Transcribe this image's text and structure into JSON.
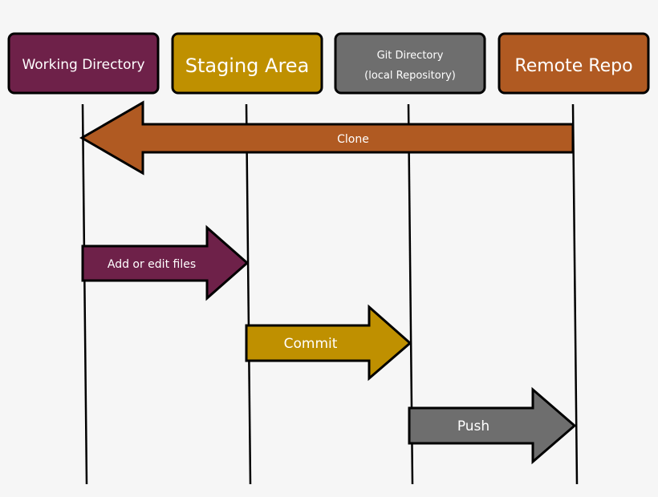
{
  "lanes": [
    {
      "id": "working",
      "label": "Working Directory",
      "color": "#6e2149"
    },
    {
      "id": "staging",
      "label": "Staging Area",
      "color": "#bf9000"
    },
    {
      "id": "git",
      "label_lines": [
        "Git Directory",
        "(local Repository)"
      ],
      "color": "#6e6e6e"
    },
    {
      "id": "remote",
      "label": "Remote Repo",
      "color": "#b05a22"
    }
  ],
  "arrows": [
    {
      "id": "clone",
      "label": "Clone",
      "from": "remote",
      "to": "working",
      "color": "#b05a22"
    },
    {
      "id": "add",
      "label": "Add or edit files",
      "from": "working",
      "to": "staging",
      "color": "#6e2149"
    },
    {
      "id": "commit",
      "label": "Commit",
      "from": "staging",
      "to": "git",
      "color": "#bf9000"
    },
    {
      "id": "push",
      "label": "Push",
      "from": "git",
      "to": "remote",
      "color": "#6e6e6e"
    }
  ]
}
